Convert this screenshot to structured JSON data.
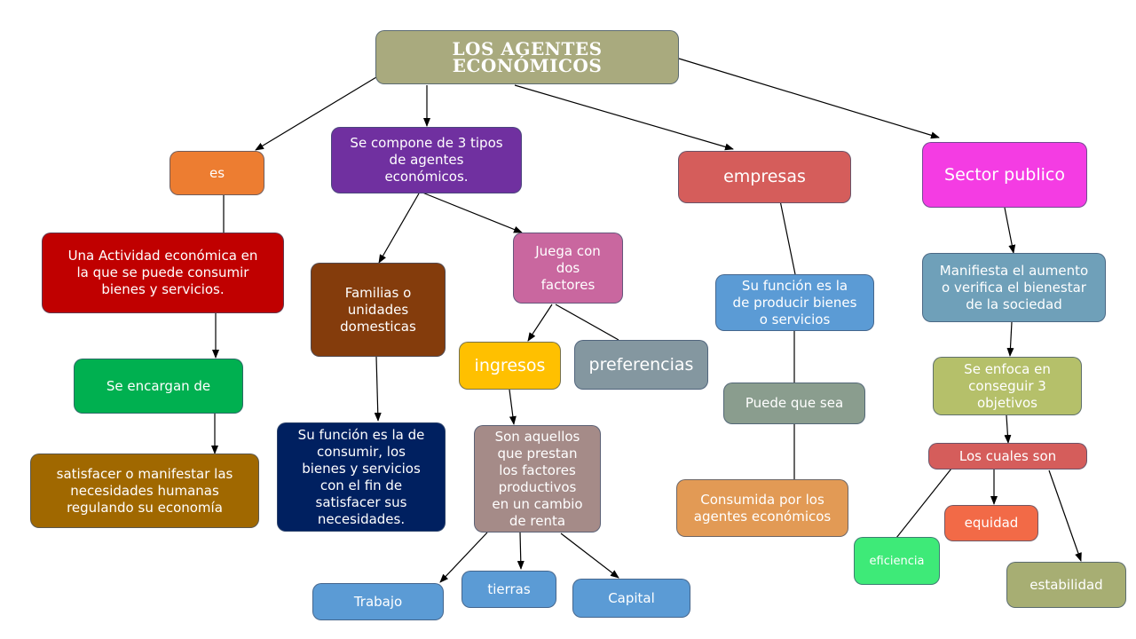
{
  "diagram": {
    "nodes": [
      {
        "id": "title",
        "text": "LOS AGENTES ECONÓMICOS",
        "color": "#A9AA7E"
      },
      {
        "id": "es",
        "text": "es",
        "color": "#ED7D31"
      },
      {
        "id": "actividad",
        "text": "Una Actividad  económica en\nla que se puede consumir\nbienes y servicios.",
        "color": "#C00000"
      },
      {
        "id": "encargan",
        "text": "Se encargan de",
        "color": "#00B050"
      },
      {
        "id": "satisfacer",
        "text": "satisfacer o manifestar las\nnecesidades humanas\nregulando su economía",
        "color": "#A06800"
      },
      {
        "id": "tipos",
        "text": "Se compone de 3 tipos\nde agentes\neconómicos.",
        "color": "#7030A0"
      },
      {
        "id": "familias",
        "text": "Familias o\nunidades\ndomesticas",
        "color": "#843C0C"
      },
      {
        "id": "funcion_consumir",
        "text": "Su función es la de\nconsumir, los\nbienes y servicios\ncon el fin de\nsatisfacer sus\nnecesidades.",
        "color": "#002060"
      },
      {
        "id": "juega",
        "text": "Juega con\ndos\nfactores",
        "color": "#C9679F"
      },
      {
        "id": "ingresos",
        "text": "ingresos",
        "color": "#FFC000"
      },
      {
        "id": "preferencias",
        "text": "preferencias",
        "color": "#8497A0"
      },
      {
        "id": "aquellos",
        "text": "Son aquellos\nque prestan\nlos factores\nproductivos\nen un cambio\nde renta",
        "color": "#A58B88"
      },
      {
        "id": "trabajo",
        "text": "Trabajo",
        "color": "#5B9BD5"
      },
      {
        "id": "tierras",
        "text": "tierras",
        "color": "#5B9BD5"
      },
      {
        "id": "capital",
        "text": "Capital",
        "color": "#5B9BD5"
      },
      {
        "id": "empresas",
        "text": "empresas",
        "color": "#D55D5B"
      },
      {
        "id": "funcion_producir",
        "text": "Su función es la\nde producir bienes\no servicios",
        "color": "#5B9BD5"
      },
      {
        "id": "puede",
        "text": "Puede que sea",
        "color": "#8A9D8E"
      },
      {
        "id": "consumida",
        "text": "Consumida por los\nagentes económicos",
        "color": "#E29A55"
      },
      {
        "id": "sector",
        "text": "Sector publico",
        "color": "#F43CE3"
      },
      {
        "id": "manifiesta",
        "text": "Manifiesta el aumento\no verifica el bienestar\nde la sociedad",
        "color": "#6FA0B9"
      },
      {
        "id": "enfoca",
        "text": "Se enfoca en\nconseguir 3\nobjetivos",
        "color": "#B5C06A"
      },
      {
        "id": "cuales",
        "text": "Los cuales son",
        "color": "#D55D5B"
      },
      {
        "id": "equidad",
        "text": "equidad",
        "color": "#F26A47"
      },
      {
        "id": "eficiencia",
        "text": "eficiencia",
        "color": "#3EEA78"
      },
      {
        "id": "estabilidad",
        "text": "estabilidad",
        "color": "#A7AE73"
      }
    ]
  }
}
